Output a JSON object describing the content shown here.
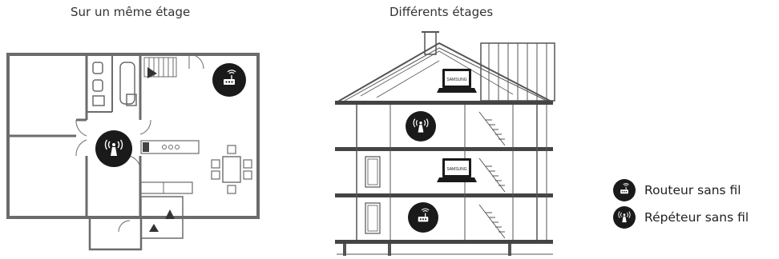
{
  "titles": {
    "same_floor": "Sur un même étage",
    "different_floors": "Différents étages"
  },
  "laptop_brand": "SAMSUNG",
  "legend": {
    "router": "Routeur sans fil",
    "repeater": "Répéteur sans fil"
  },
  "icons": {
    "router": "router-icon",
    "repeater": "repeater-icon",
    "laptop": "laptop-icon"
  },
  "colors": {
    "icon_fill": "#1a1a1a",
    "wall": "#6b6b6b",
    "line": "#555555"
  }
}
